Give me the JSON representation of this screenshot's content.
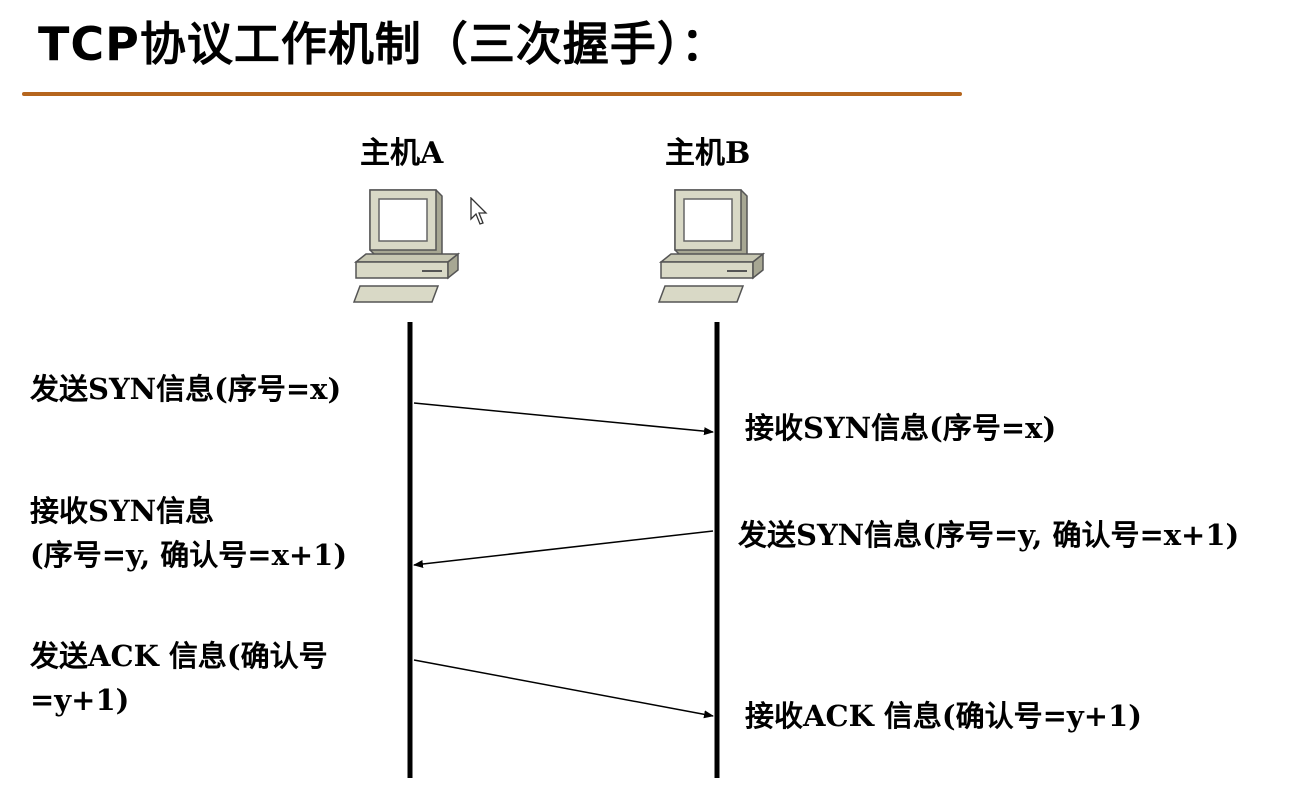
{
  "title": "TCP协议工作机制（三次握手）：",
  "hosts": {
    "a": {
      "label": "主机A",
      "icon": "computer-icon"
    },
    "b": {
      "label": "主机B",
      "icon": "computer-icon"
    }
  },
  "steps": [
    {
      "a_text": [
        "发送SYN信息(序号=x)"
      ],
      "b_text": [
        "接收SYN信息(序号=x)"
      ],
      "direction": "A→B"
    },
    {
      "a_text": [
        "接收SYN信息",
        "(序号=y, 确认号=x+1)"
      ],
      "b_text": [
        "发送SYN信息(序号=y, 确认号=x+1)"
      ],
      "direction": "B→A"
    },
    {
      "a_text": [
        "发送ACK 信息(确认号",
        "=y+1)"
      ],
      "b_text": [
        "接收ACK 信息(确认号=y+1)"
      ],
      "direction": "A→B"
    }
  ],
  "colors": {
    "title_rule": "#b5651d",
    "computer_body": "#d9d9c6",
    "computer_shadow": "#a7a793",
    "line": "#000000"
  }
}
